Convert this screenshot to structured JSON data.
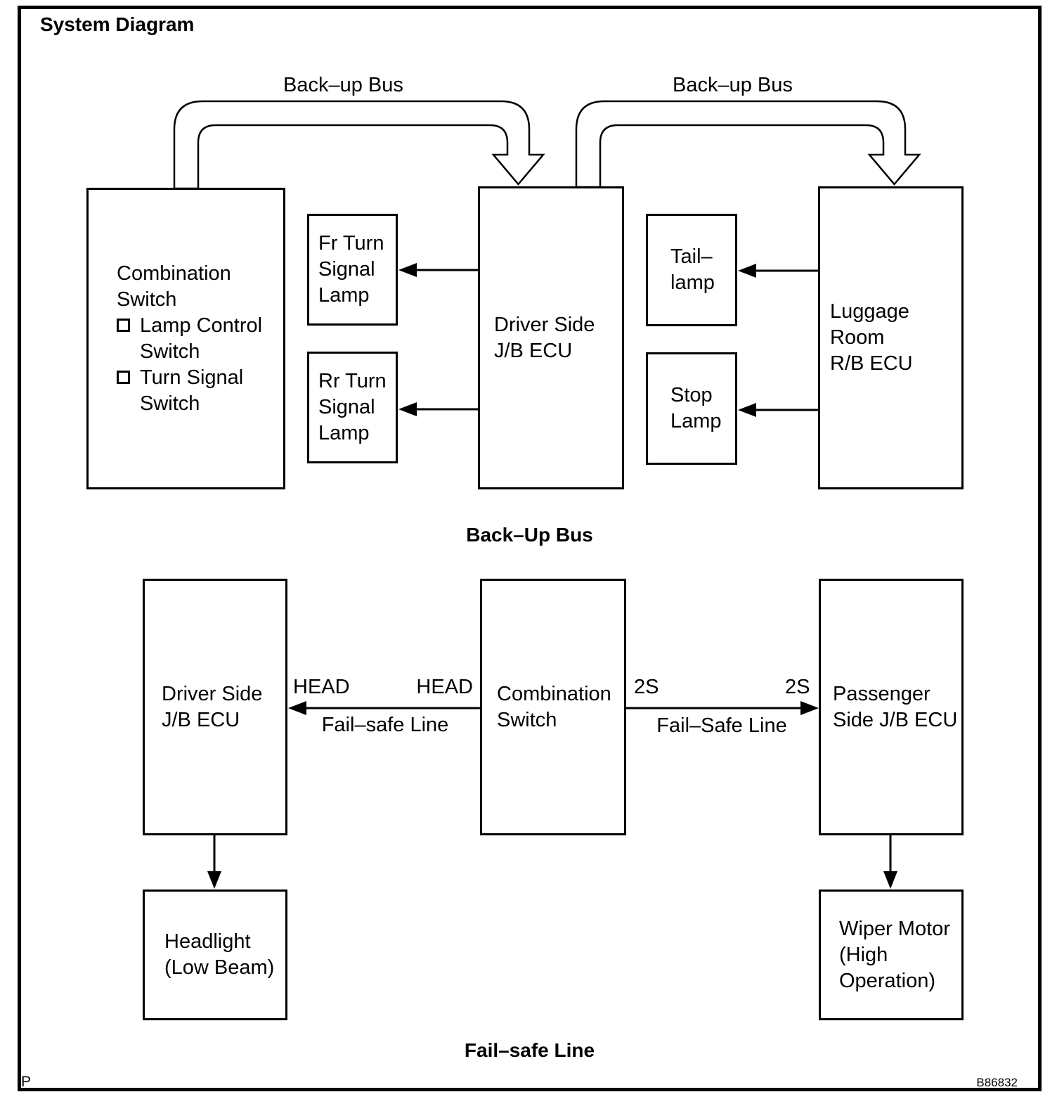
{
  "title": "System Diagram",
  "backup_bus": {
    "arrow_label_left": "Back–up Bus",
    "arrow_label_right": "Back–up Bus",
    "caption": "Back–Up Bus",
    "boxes": {
      "combination_switch_title": "Combination\nSwitch",
      "combination_switch_items": [
        "Lamp Control\nSwitch",
        "Turn Signal\nSwitch"
      ],
      "fr_turn_signal_lamp": "Fr Turn\nSignal\nLamp",
      "rr_turn_signal_lamp": "Rr Turn\nSignal\nLamp",
      "driver_side_jb_ecu": "Driver Side\nJ/B ECU",
      "tail_lamp": "Tail–\nlamp",
      "stop_lamp": "Stop\nLamp",
      "luggage_room_rb_ecu": "Luggage Room\nR/B ECU"
    }
  },
  "fail_safe": {
    "caption": "Fail–safe Line",
    "labels": {
      "head_left": "HEAD",
      "head_right": "HEAD",
      "fail_safe_line_left": "Fail–safe Line",
      "s2_left": "2S",
      "s2_right": "2S",
      "fail_safe_line_right": "Fail–Safe Line"
    },
    "boxes": {
      "driver_side_jb_ecu": "Driver Side\nJ/B ECU",
      "combination_switch": "Combination\nSwitch",
      "passenger_side_jb_ecu": "Passenger\nSide J/B ECU",
      "headlight": "Headlight\n(Low Beam)",
      "wiper_motor": "Wiper Motor\n(High\nOperation)"
    }
  },
  "footer": {
    "page_marker": "P",
    "figure_code": "B86832"
  },
  "colors": {
    "ink": "#000000",
    "paper": "#ffffff"
  }
}
